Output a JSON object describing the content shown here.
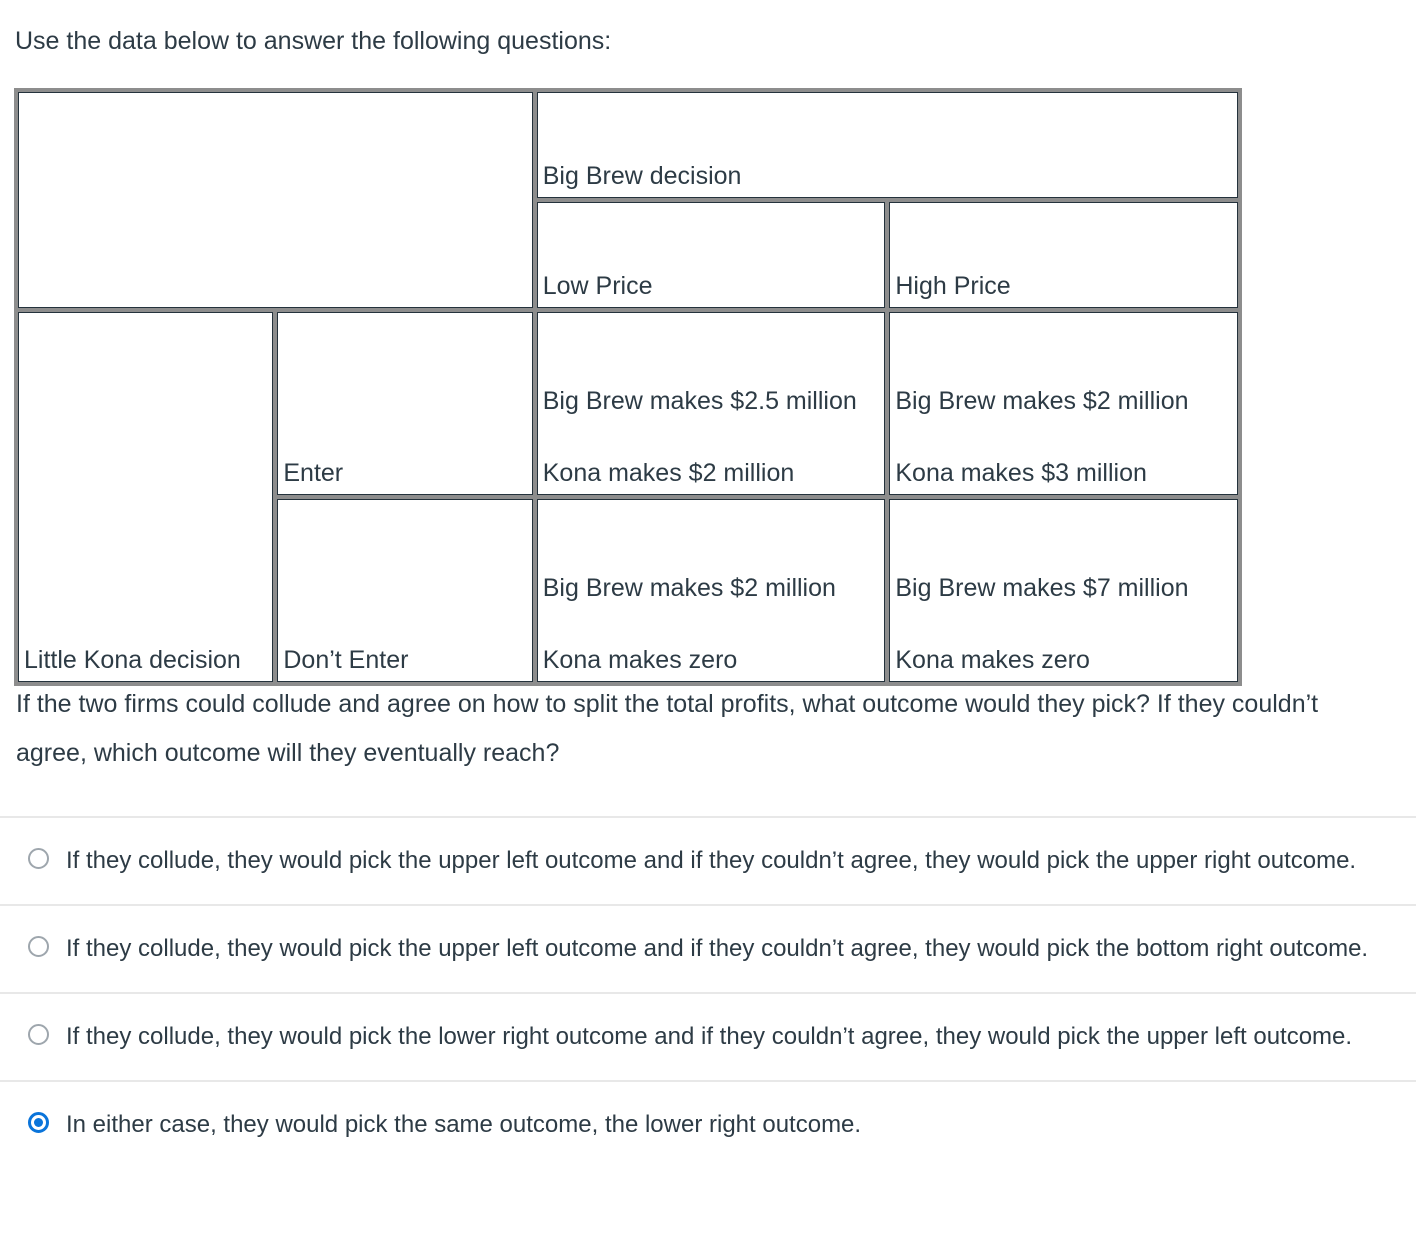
{
  "intro": {
    "text": "Use the data below to answer the following questions:"
  },
  "matrix": {
    "column_group_header": "Big Brew decision",
    "column_headers": [
      "Low Price",
      "High Price"
    ],
    "row_group_header": "Little Kona decision",
    "row_headers": [
      "Enter",
      "Don’t Enter"
    ],
    "cells": [
      [
        {
          "line1": "Big Brew makes $2.5 million",
          "line2": "Kona makes $2 million"
        },
        {
          "line1": "Big Brew makes $2 million",
          "line2": "Kona makes $3 million"
        }
      ],
      [
        {
          "line1": "Big Brew makes $2 million",
          "line2": "Kona makes zero"
        },
        {
          "line1": "Big Brew makes $7 million",
          "line2": "Kona makes zero"
        }
      ]
    ]
  },
  "question": {
    "text": "If the two firms could collude and agree on how to split the total profits, what outcome would they pick?  If they couldn’t agree, which outcome will they eventually reach?"
  },
  "answers": {
    "options": [
      {
        "text": "If they collude, they would pick the upper left outcome and if they couldn’t agree, they would pick the upper right outcome.",
        "selected": false
      },
      {
        "text": "If they collude, they would pick the upper left outcome and if they couldn’t agree, they would pick the bottom right outcome.",
        "selected": false
      },
      {
        "text": "If they collude, they would pick the lower right outcome and if they couldn’t agree, they would pick the upper left outcome.",
        "selected": false
      },
      {
        "text": "In either case, they would pick the same outcome, the lower right outcome.",
        "selected": true
      }
    ]
  },
  "colors": {
    "text": "#2d3b45",
    "accent": "#0a74da",
    "table_border_outer": "#8d8d8d",
    "table_border_inner": "#24323c",
    "divider": "#e8e8e8"
  }
}
